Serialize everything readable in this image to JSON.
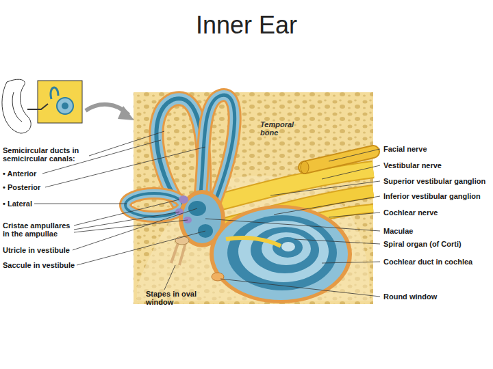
{
  "diagram": {
    "title": "Inner Ear",
    "labels": [
      "Temporal bone",
      "Semicircular ducts in semicircular canals:",
      "• Anterior",
      "• Posterior",
      "• Lateral",
      "Cristae ampullares in the ampullae",
      "Utricle in vestibule",
      "Saccule in vestibule",
      "Stapes in oval window",
      "Facial nerve",
      "Vestibular nerve",
      "Superior vestibular ganglion",
      "Inferior vestibular ganglion",
      "Cochlear nerve",
      "Maculae",
      "Spiral organ (of Corti)",
      "Cochlear duct in cochlea",
      "Round window"
    ]
  }
}
